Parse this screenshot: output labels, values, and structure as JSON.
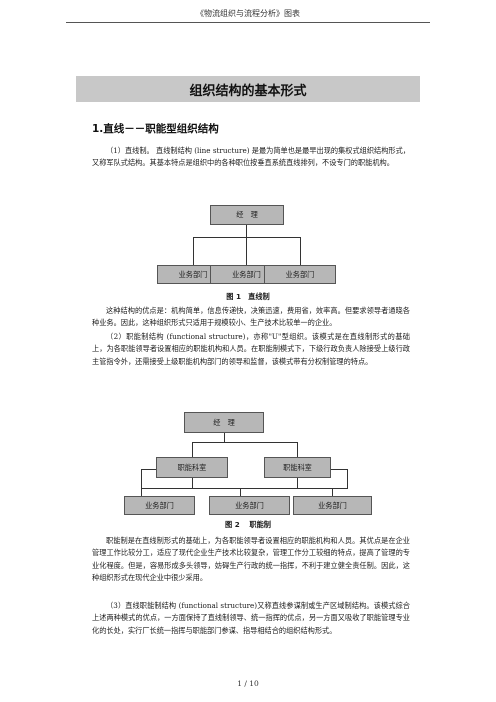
{
  "header": {
    "text": "《物流组织与流程分析》图表"
  },
  "title": "组织结构的基本形式",
  "section": {
    "heading": "1.直线－－职能型组织结构"
  },
  "paragraphs": {
    "p1": "（1）直线制。 直线制结构 (line structure) 是最为简单也是最早出现的集权式组织结构形式，又称军队式结构。其基本特点是组织中的各种职位按垂直系统直线排列，不设专门的职能机构。",
    "p2": "这种结构的优点是：机构简单，信息传递快，决策迅速，费用省，效率高。但要求领导者通晓各种业务。因此，这种组织形式只适用于规模较小、生产技术比较单一的企业。",
    "p3": "（2）职能制结构 (functional structure)，亦称\"U\"型组织。该模式是在直线制形式的基础上，为各职能领导者设置相应的职能机构和人员。在职能制模式下，下级行政负责人除接受上级行政主管指令外，还需接受上级职能机构部门的领导和监督，该模式带有分权制管理的特点。",
    "p4": "职能制是在直线制形式的基础上，为各职能领导者设置相应的职能机构和人员。其优点是在企业管理工作比较分工，适应了现代企业生产技术比较复杂，管理工作分工较细的特点，提高了管理的专业化程度。但是，容易形成多头领导，妨碍生产行政的统一指挥，不利于建立健全责任制。因此，这种组织形式在现代企业中很少采用。",
    "p5": "（3）直线职能制结构 (functional structure)又称直线参谋制或生产区域制结构。该模式综合上述两种模式的优点，一方面保持了直线制领导、统一指挥的优点，另一方面又吸收了职能管理专业化的长处，实行厂长统一指挥与职能部门参谋、指导相结合的组织结构形式。"
  },
  "figure1": {
    "top": "经　理",
    "departments": [
      "业务部门",
      "业务部门",
      "业务部门"
    ],
    "caption": "图 1　直线制"
  },
  "figure2": {
    "top": "经　理",
    "functional": [
      "职能科室",
      "职能科室"
    ],
    "departments": [
      "业务部门",
      "业务部门",
      "业务部门"
    ],
    "caption": "图 2　 职能制"
  },
  "footer": {
    "page": "1 / 10"
  }
}
